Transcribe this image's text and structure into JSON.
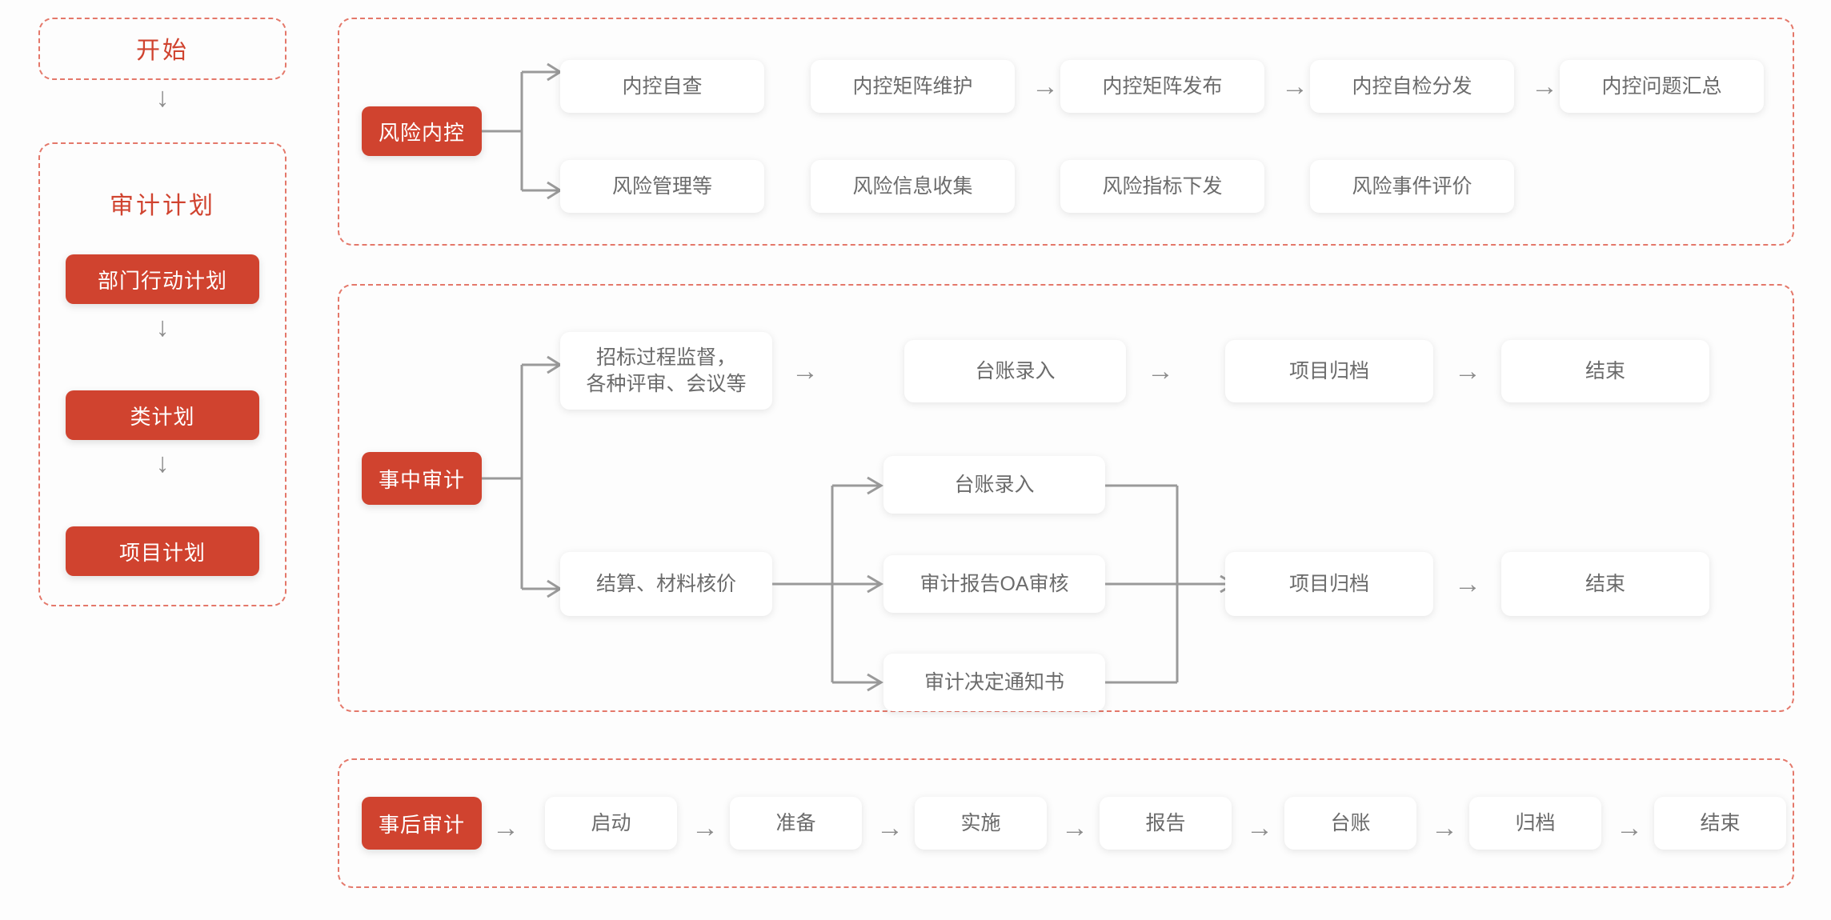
{
  "colors": {
    "accent_red": "#d0432f",
    "dashed_border": "#e4786a",
    "connector_gray": "#9a9a9a",
    "card_text": "#6b6b6b",
    "background": "#fdfdfd"
  },
  "left_panel": {
    "start": {
      "label": "开始"
    },
    "arrow_down_1": "↓",
    "plan_group": {
      "title": "审计计划",
      "steps": [
        {
          "label": "部门行动计划"
        },
        {
          "label": "类计划"
        },
        {
          "label": "项目计划"
        }
      ],
      "arrows": [
        "↓",
        "↓"
      ]
    }
  },
  "sections": [
    {
      "id": "risk-internal-control",
      "root": {
        "label": "风险内控"
      },
      "rows": [
        {
          "id": "row-internal-control",
          "nodes": [
            {
              "label": "内控自查",
              "arrow_after": ""
            },
            {
              "label": "内控矩阵维护",
              "arrow_after": "→"
            },
            {
              "label": "内控矩阵发布",
              "arrow_after": "→"
            },
            {
              "label": "内控自检分发",
              "arrow_after": "→"
            },
            {
              "label": "内控问题汇总",
              "arrow_after": ""
            }
          ]
        },
        {
          "id": "row-risk-management",
          "nodes": [
            {
              "label": "风险管理等",
              "arrow_after": ""
            },
            {
              "label": "风险信息收集",
              "arrow_after": ""
            },
            {
              "label": "风险指标下发",
              "arrow_after": ""
            },
            {
              "label": "风险事件评价",
              "arrow_after": ""
            }
          ]
        }
      ]
    },
    {
      "id": "during-audit",
      "root": {
        "label": "事中审计"
      },
      "rows": [
        {
          "id": "row-bidding",
          "nodes": [
            {
              "label": "招标过程监督，\n各种评审、会议等",
              "arrow_after": "→"
            },
            {
              "label": "台账录入",
              "arrow_after": "→"
            },
            {
              "label": "项目归档",
              "arrow_after": "→"
            },
            {
              "label": "结束",
              "arrow_after": ""
            }
          ]
        },
        {
          "id": "row-settlement",
          "source": {
            "label": "结算、材料核价"
          },
          "branches": [
            {
              "label": "台账录入"
            },
            {
              "label": "审计报告OA审核"
            },
            {
              "label": "审计决定通知书"
            }
          ],
          "merge": [
            {
              "label": "项目归档",
              "arrow_after": "→"
            },
            {
              "label": "结束",
              "arrow_after": ""
            }
          ]
        }
      ]
    },
    {
      "id": "post-audit",
      "root": {
        "label": "事后审计"
      },
      "rows": [
        {
          "id": "row-post-audit",
          "nodes": [
            {
              "label": "启动",
              "arrow_after": "→"
            },
            {
              "label": "准备",
              "arrow_after": "→"
            },
            {
              "label": "实施",
              "arrow_after": "→"
            },
            {
              "label": "报告",
              "arrow_after": "→"
            },
            {
              "label": "台账",
              "arrow_after": "→"
            },
            {
              "label": "归档",
              "arrow_after": "→"
            },
            {
              "label": "结束",
              "arrow_after": ""
            }
          ]
        }
      ]
    }
  ]
}
